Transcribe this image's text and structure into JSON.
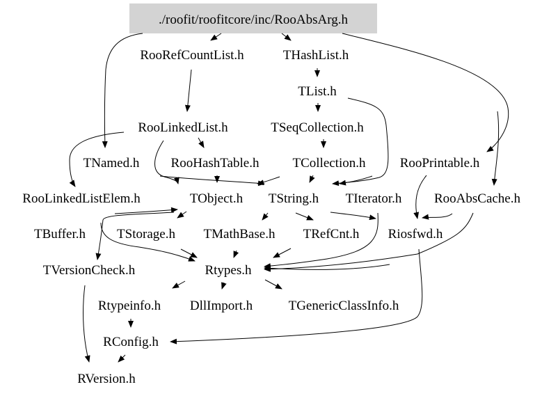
{
  "root": "./roofit/roofitcore/inc/RooAbsArg.h",
  "colors": {
    "root_fill": "#d3d3d3",
    "edge": "#000000",
    "background": "#ffffff"
  },
  "nodes": {
    "RooAbsArg": "./roofit/roofitcore/inc/RooAbsArg.h",
    "RooRefCountList": "RooRefCountList.h",
    "THashList": "THashList.h",
    "TList": "TList.h",
    "RooLinkedList": "RooLinkedList.h",
    "TSeqCollection": "TSeqCollection.h",
    "TNamed": "TNamed.h",
    "RooHashTable": "RooHashTable.h",
    "TCollection": "TCollection.h",
    "RooPrintable": "RooPrintable.h",
    "RooLinkedListElem": "RooLinkedListElem.h",
    "TObject": "TObject.h",
    "TString": "TString.h",
    "TIterator": "TIterator.h",
    "RooAbsCache": "RooAbsCache.h",
    "TBuffer": "TBuffer.h",
    "TStorage": "TStorage.h",
    "TMathBase": "TMathBase.h",
    "TRefCnt": "TRefCnt.h",
    "Riosfwd": "Riosfwd.h",
    "TVersionCheck": "TVersionCheck.h",
    "Rtypes": "Rtypes.h",
    "Rtypeinfo": "Rtypeinfo.h",
    "DllImport": "DllImport.h",
    "TGenericClassInfo": "TGenericClassInfo.h",
    "RConfig": "RConfig.h",
    "RVersion": "RVersion.h"
  },
  "edges": [
    [
      "RooAbsArg",
      "RooRefCountList"
    ],
    [
      "RooAbsArg",
      "THashList"
    ],
    [
      "RooAbsArg",
      "TNamed"
    ],
    [
      "RooAbsArg",
      "RooPrintable"
    ],
    [
      "RooRefCountList",
      "RooLinkedList"
    ],
    [
      "THashList",
      "TList"
    ],
    [
      "TList",
      "TSeqCollection"
    ],
    [
      "TList",
      "TIterator"
    ],
    [
      "TSeqCollection",
      "TCollection"
    ],
    [
      "RooLinkedList",
      "RooLinkedListElem"
    ],
    [
      "RooLinkedList",
      "RooHashTable"
    ],
    [
      "RooLinkedList",
      "TObject"
    ],
    [
      "RooHashTable",
      "TObject"
    ],
    [
      "RooHashTable",
      "TString"
    ],
    [
      "TCollection",
      "TString"
    ],
    [
      "TCollection",
      "TIterator"
    ],
    [
      "TNamed",
      "TString"
    ],
    [
      "RooPrintable",
      "Riosfwd"
    ],
    [
      "RooPrintable",
      "RooAbsCache"
    ],
    [
      "RooLinkedListElem",
      "TObject"
    ],
    [
      "TObject",
      "TStorage"
    ],
    [
      "TObject",
      "TVersionCheck"
    ],
    [
      "TObject",
      "Rtypes"
    ],
    [
      "TString",
      "TMathBase"
    ],
    [
      "TString",
      "TRefCnt"
    ],
    [
      "TString",
      "Riosfwd"
    ],
    [
      "TStorage",
      "Rtypes"
    ],
    [
      "TMathBase",
      "Rtypes"
    ],
    [
      "TRefCnt",
      "Rtypes"
    ],
    [
      "TIterator",
      "Rtypes"
    ],
    [
      "RooAbsCache",
      "Riosfwd"
    ],
    [
      "RooAbsCache",
      "Rtypes"
    ],
    [
      "Riosfwd",
      "RConfig"
    ],
    [
      "TVersionCheck",
      "RVersion"
    ],
    [
      "Rtypes",
      "Rtypeinfo"
    ],
    [
      "Rtypes",
      "DllImport"
    ],
    [
      "Rtypes",
      "TGenericClassInfo"
    ],
    [
      "Rtypeinfo",
      "RConfig"
    ],
    [
      "RConfig",
      "RVersion"
    ]
  ]
}
